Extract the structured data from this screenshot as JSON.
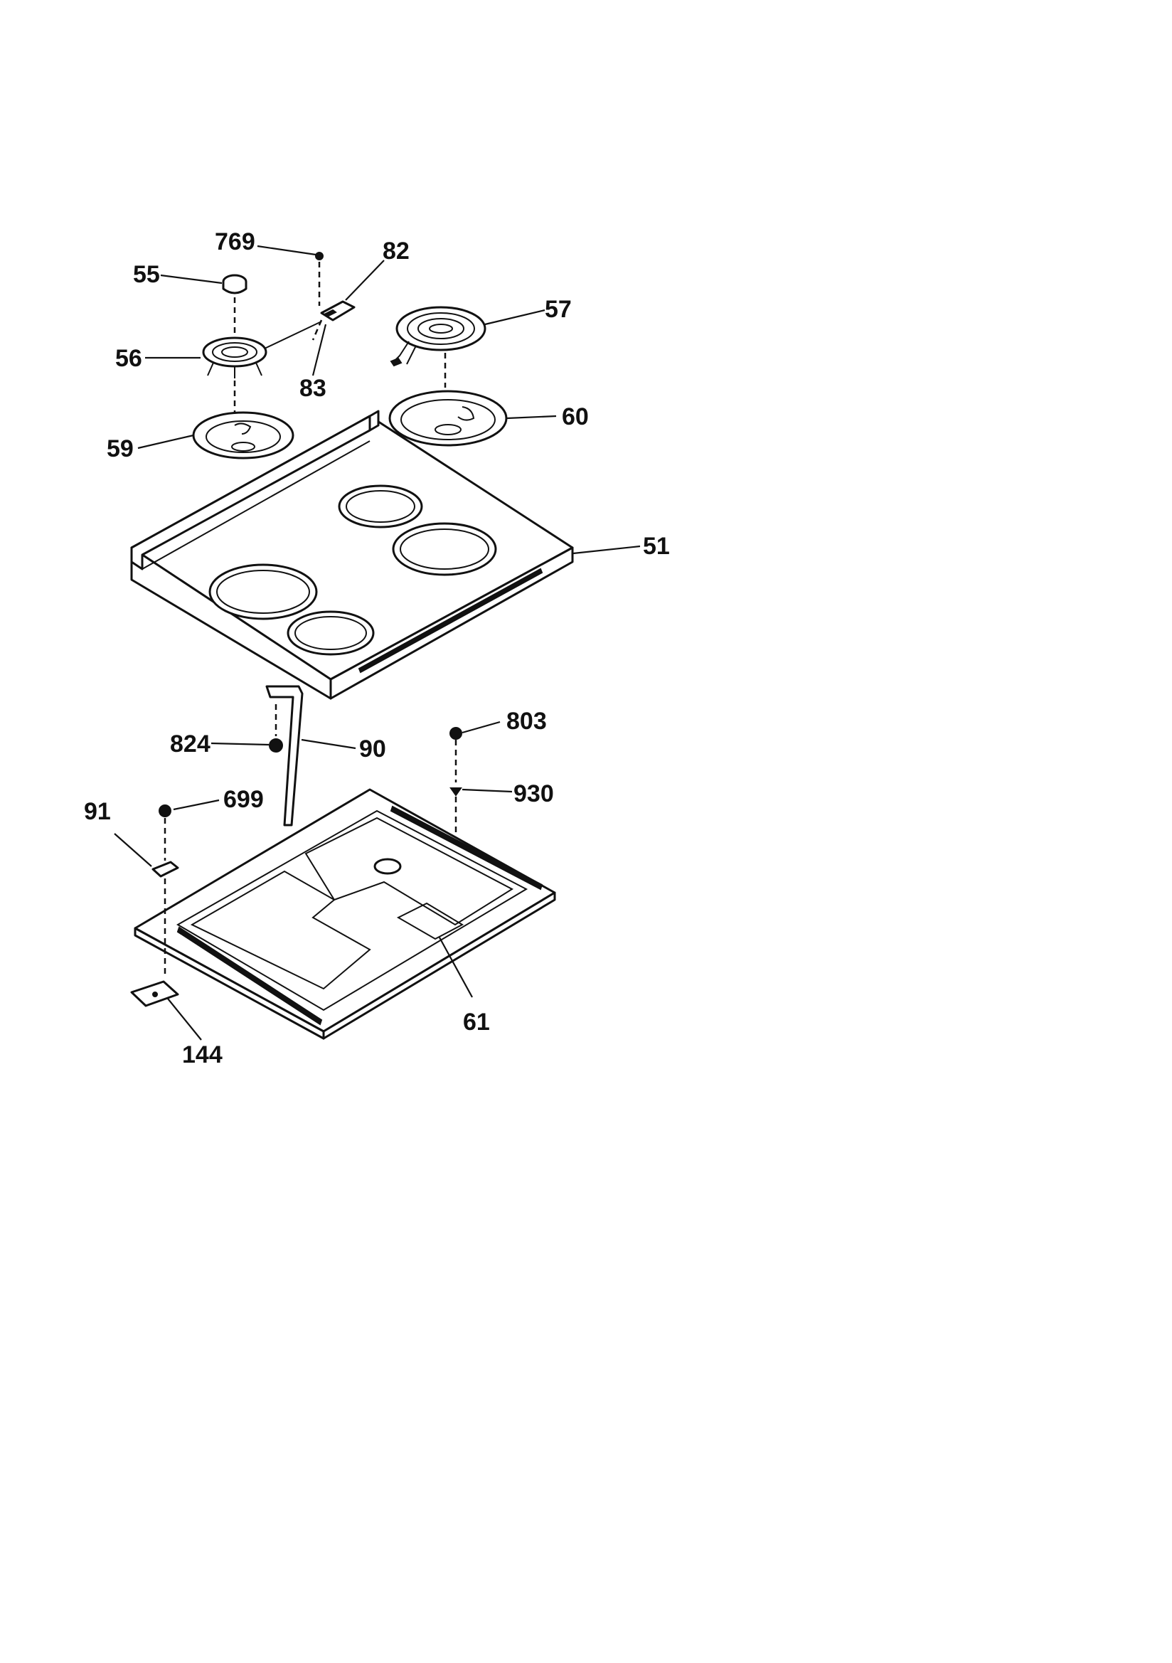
{
  "diagram": {
    "callouts": {
      "c769": "769",
      "c82": "82",
      "c55": "55",
      "c57": "57",
      "c56": "56",
      "c83": "83",
      "c60": "60",
      "c59": "59",
      "c51": "51",
      "c803": "803",
      "c824": "824",
      "c90": "90",
      "c930": "930",
      "c91": "91",
      "c699": "699",
      "c61": "61",
      "c144": "144"
    }
  }
}
